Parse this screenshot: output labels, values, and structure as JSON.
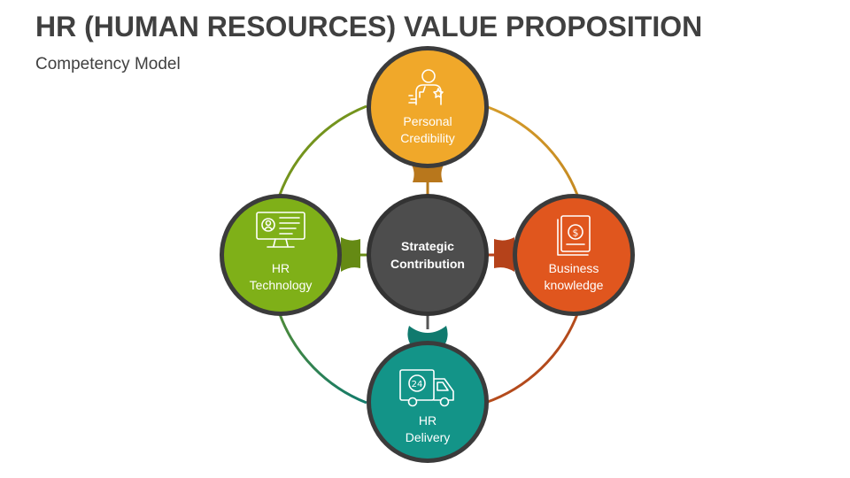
{
  "header": {
    "title": "HR (HUMAN RESOURCES) VALUE PROPOSITION",
    "subtitle": "Competency Model"
  },
  "diagram": {
    "center": {
      "line1": "Strategic",
      "line2": "Contribution",
      "color": "#4d4d4d"
    },
    "nodes": [
      {
        "id": "top",
        "line1": "Personal",
        "line2": "Credibility",
        "color": "#f0a82a",
        "icon": "person-star-icon"
      },
      {
        "id": "left",
        "line1": "HR",
        "line2": "Technology",
        "color": "#7fb018",
        "icon": "computer-profile-icon"
      },
      {
        "id": "right",
        "line1": "Business",
        "line2": "knowledge",
        "color": "#e0561e",
        "icon": "dollar-book-icon"
      },
      {
        "id": "bottom",
        "line1": "HR",
        "line2": "Delivery",
        "color": "#139488",
        "icon": "delivery-truck-24-icon"
      }
    ],
    "ring_colors": [
      "#c9982a",
      "#b54e1f",
      "#127a6c",
      "#6c8a1e"
    ]
  }
}
